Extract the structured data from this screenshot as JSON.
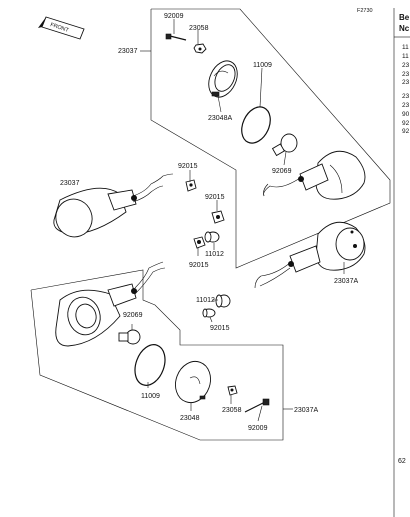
{
  "figure_code": "F2730",
  "front_marker": "FRONT",
  "page_number": "62",
  "side_table": {
    "header_line1": "Be",
    "header_line2": "Nc",
    "rows": [
      "11",
      "11",
      "23",
      "23",
      "23",
      "23",
      "23",
      "90",
      "92",
      "92"
    ]
  },
  "labels": {
    "p92009_top": "92009",
    "p23058_top": "23058",
    "p23037_top": "23037",
    "p11009_top": "11009",
    "p23048A": "23048A",
    "p92069_right": "92069",
    "p92015_a": "92015",
    "p23037_left": "23037",
    "p92015_b": "92015",
    "p11012_a": "11012",
    "p92015_c": "92015",
    "p23037A_right": "23037A",
    "p11012_b": "11012",
    "p92015_d": "92015",
    "p92069_left": "92069",
    "p11009_bottom": "11009",
    "p23048": "23048",
    "p23058_bottom": "23058",
    "p23037A_bottom": "23037A",
    "p92009_bottom": "92009"
  }
}
